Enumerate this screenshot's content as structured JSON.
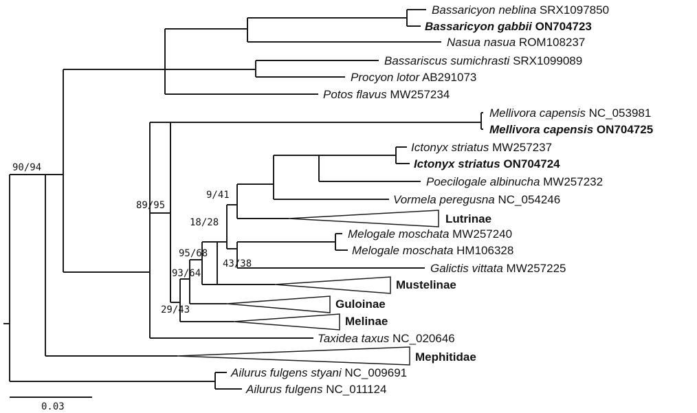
{
  "tips": [
    {
      "species": "Bassaricyon neblina",
      "accession": "SRX1097850",
      "bold": false
    },
    {
      "species": "Bassaricyon gabbii",
      "accession": "ON704723",
      "bold": true
    },
    {
      "species": "Nasua nasua",
      "accession": "ROM108237",
      "bold": false
    },
    {
      "species": "Bassariscus sumichrasti",
      "accession": "SRX1099089",
      "bold": false
    },
    {
      "species": "Procyon lotor",
      "accession": "AB291073",
      "bold": false
    },
    {
      "species": "Potos flavus",
      "accession": "MW257234",
      "bold": false
    },
    {
      "species": "Mellivora capensis",
      "accession": "NC_053981",
      "bold": false
    },
    {
      "species": "Mellivora capensis",
      "accession": "ON704725",
      "bold": true
    },
    {
      "species": "Ictonyx striatus",
      "accession": "MW257237",
      "bold": false
    },
    {
      "species": "Ictonyx striatus",
      "accession": "ON704724",
      "bold": true
    },
    {
      "species": "Poecilogale albinucha",
      "accession": "MW257232",
      "bold": false
    },
    {
      "species": "Vormela peregusna",
      "accession": "NC_054246",
      "bold": false
    },
    {
      "species": "Melogale moschata",
      "accession": "MW257240",
      "bold": false
    },
    {
      "species": "Melogale moschata",
      "accession": "HM106328",
      "bold": false
    },
    {
      "species": "Galictis vittata",
      "accession": "MW257225",
      "bold": false
    },
    {
      "species": "Taxidea taxus",
      "accession": "NC_020646",
      "bold": false
    },
    {
      "species": "Ailurus fulgens styani",
      "accession": "NC_009691",
      "bold": false
    },
    {
      "species": "Ailurus fulgens",
      "accession": "NC_011124",
      "bold": false
    }
  ],
  "clades": [
    "Lutrinae",
    "Mustelinae",
    "Guloinae",
    "Melinae",
    "Mephitidae"
  ],
  "support": [
    "90/94",
    "89/95",
    "9/41",
    "18/28",
    "95/68",
    "43/38",
    "93/64",
    "29/43"
  ],
  "scale": {
    "label": "0.03"
  }
}
